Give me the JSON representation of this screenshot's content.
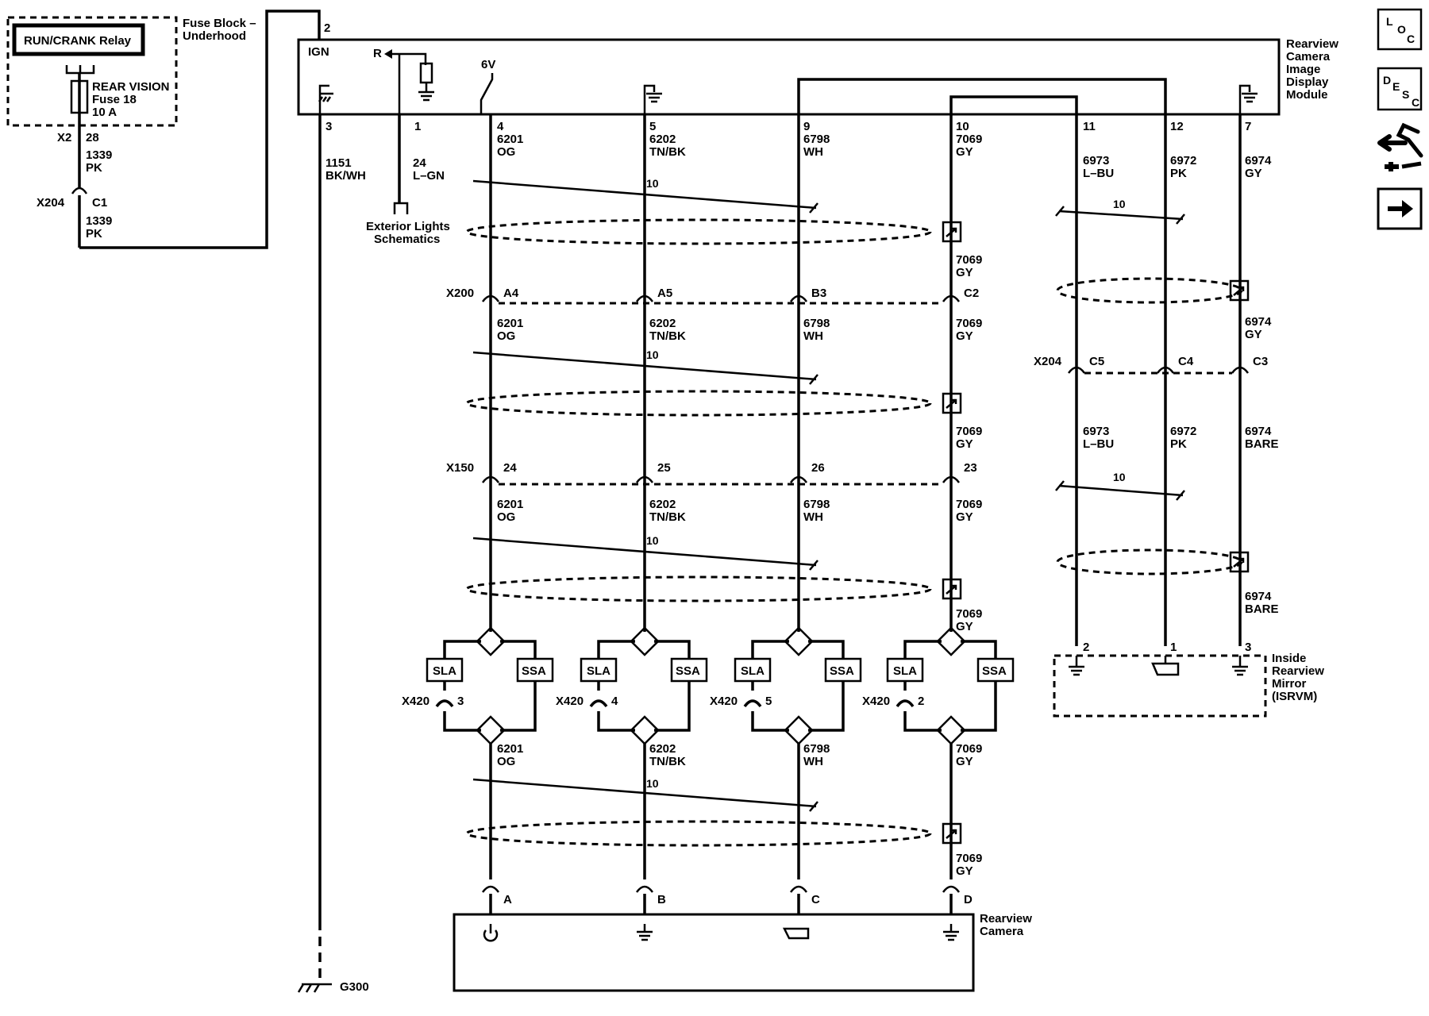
{
  "fuse_block": {
    "title_line1": "Fuse Block –",
    "title_line2": "Underhood",
    "relay": "RUN/CRANK Relay",
    "fuse_line1": "REAR VISION",
    "fuse_line2": "Fuse 18",
    "fuse_line3": "10 A",
    "pin_out": "2"
  },
  "connectors": {
    "x2": "X2",
    "x2_pin": "28",
    "x204_left": "X204",
    "x204_left_pin": "C1",
    "x200": "X200",
    "x150": "X150",
    "x204_right": "X204",
    "x420": "X420"
  },
  "wires": {
    "w1339_num": "1339",
    "w1339_color": "PK",
    "w1151_num": "1151",
    "w1151_color": "BK/WH",
    "w24_num": "24",
    "w24_color": "L–GN",
    "w6201_num": "6201",
    "w6201_color": "OG",
    "w6202_num": "6202",
    "w6202_color": "TN/BK",
    "w6798_num": "6798",
    "w6798_color": "WH",
    "w7069_num": "7069",
    "w7069_color": "GY",
    "w6973_num": "6973",
    "w6973_color": "L–BU",
    "w6972_num": "6972",
    "w6972_color": "PK",
    "w6974_num": "6974",
    "w6974_color": "GY",
    "w6974_color2": "BARE"
  },
  "module": {
    "name_line1": "Rearview",
    "name_line2": "Camera",
    "name_line3": "Image",
    "name_line4": "Display",
    "name_line5": "Module",
    "ign": "IGN",
    "r": "R",
    "v6": "6V",
    "pins": [
      "3",
      "1",
      "4",
      "5",
      "9",
      "10",
      "11",
      "12",
      "7"
    ]
  },
  "exterior_lights": {
    "line1": "Exterior Lights",
    "line2": "Schematics"
  },
  "pins_x200": [
    "A4",
    "A5",
    "B3",
    "C2"
  ],
  "pins_x150": [
    "24",
    "25",
    "26",
    "23"
  ],
  "pins_x204r": [
    "C5",
    "C4",
    "C3"
  ],
  "pins_x420": [
    "3",
    "4",
    "5",
    "2"
  ],
  "twist": "10",
  "splice": {
    "sla": "SLA",
    "ssa": "SSA"
  },
  "camera": {
    "name_line1": "Rearview",
    "name_line2": "Camera",
    "pins": [
      "A",
      "B",
      "C",
      "D"
    ]
  },
  "mirror": {
    "name_line1": "Inside",
    "name_line2": "Rearview",
    "name_line3": "Mirror",
    "name_line4": "(ISRVM)",
    "pins": [
      "2",
      "1",
      "3"
    ]
  },
  "ground": {
    "label": "G300"
  },
  "nav": {
    "loc": [
      "L",
      "O",
      "C"
    ],
    "desc": [
      "D",
      "E",
      "S",
      "C"
    ]
  }
}
